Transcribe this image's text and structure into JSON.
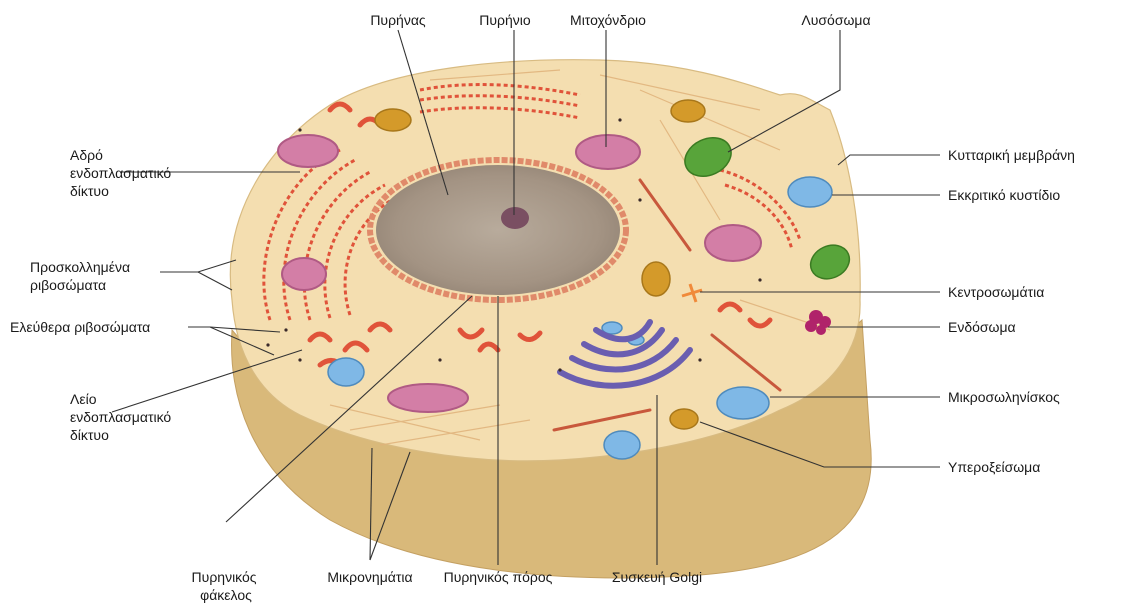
{
  "colors": {
    "cytoplasm": "#f4deb0",
    "cell_side": "#d9b97a",
    "nucleus": "#a99a8c",
    "nucleolus": "#7a4f62",
    "nuclear_envelope": "#e08a6a",
    "rough_er": "#e0533a",
    "mitochondrion": "#d37ea6",
    "lysosome": "#58a43a",
    "vesicle": "#7fb8e6",
    "golgi": "#6a5eb0",
    "peroxisome": "#d49a2a",
    "endosome": "#b0236a",
    "microtubule": "#c8583c",
    "microfilament": "#e0b27a"
  },
  "labels": {
    "nucleus": "Πυρήνας",
    "nucleolus": "Πυρήνιο",
    "mitochondrion": "Μιτοχόνδριο",
    "lysosome": "Λυσόσωμα",
    "rough_er": [
      "Αδρό",
      "ενδοπλασματικό",
      "δίκτυο"
    ],
    "cell_membrane": "Κυτταρική μεμβράνη",
    "secretory_vesicle": "Εκκριτικό κυστίδιο",
    "attached_ribosomes": [
      "Προσκολλημένα",
      "ριβοσώματα"
    ],
    "free_ribosomes": "Ελεύθερα ριβοσώματα",
    "centrosomes": "Κεντροσωμάτια",
    "endosome": "Ενδόσωμα",
    "smooth_er": [
      "Λείο",
      "ενδοπλασματικό",
      "δίκτυο"
    ],
    "microtubule": "Μικροσωληνίσκος",
    "peroxisome": "Υπεροξείσωμα",
    "nuclear_envelope": [
      "Πυρηνικός",
      "φάκελος"
    ],
    "microfilaments": "Μικρονημάτια",
    "nuclear_pore": "Πυρηνικός πόρος",
    "golgi": "Συσκευή Golgi"
  }
}
